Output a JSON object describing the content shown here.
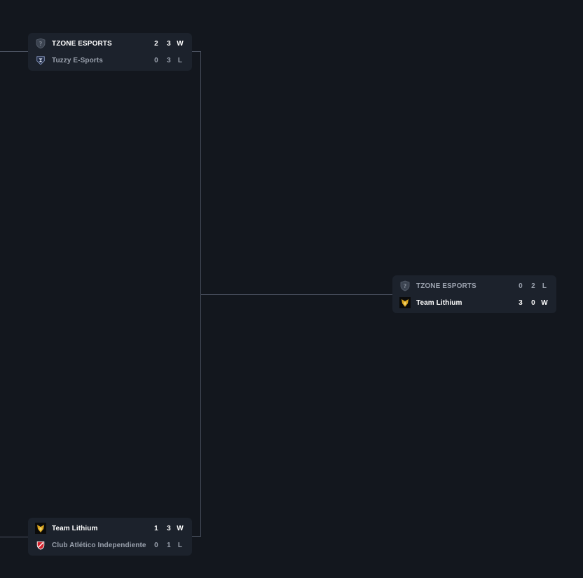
{
  "bracket": {
    "matches": [
      {
        "id": "match-top",
        "teams": [
          {
            "name": "TZONE ESPORTS",
            "logo": "shield-question-icon",
            "score1": "2",
            "score2": "3",
            "result": "W",
            "winner": true
          },
          {
            "name": "Tuzzy E-Sports",
            "logo": "tuzzy-logo-icon",
            "score1": "0",
            "score2": "3",
            "result": "L",
            "winner": false
          }
        ]
      },
      {
        "id": "match-bottom",
        "teams": [
          {
            "name": "Team Lithium",
            "logo": "lithium-logo-icon",
            "score1": "1",
            "score2": "3",
            "result": "W",
            "winner": true
          },
          {
            "name": "Club Atlético Independiente",
            "logo": "independiente-logo-icon",
            "score1": "0",
            "score2": "1",
            "result": "L",
            "winner": false
          }
        ]
      },
      {
        "id": "match-final",
        "teams": [
          {
            "name": "TZONE ESPORTS",
            "logo": "shield-question-icon",
            "score1": "0",
            "score2": "2",
            "result": "L",
            "winner": false
          },
          {
            "name": "Team Lithium",
            "logo": "lithium-logo-icon",
            "score1": "3",
            "score2": "0",
            "result": "W",
            "winner": true
          }
        ]
      }
    ],
    "colors": {
      "background": "#13171e",
      "card": "#1c222c",
      "connector": "#4a5160",
      "winner_text": "#ffffff",
      "loser_text": "#9aa1ad"
    }
  }
}
